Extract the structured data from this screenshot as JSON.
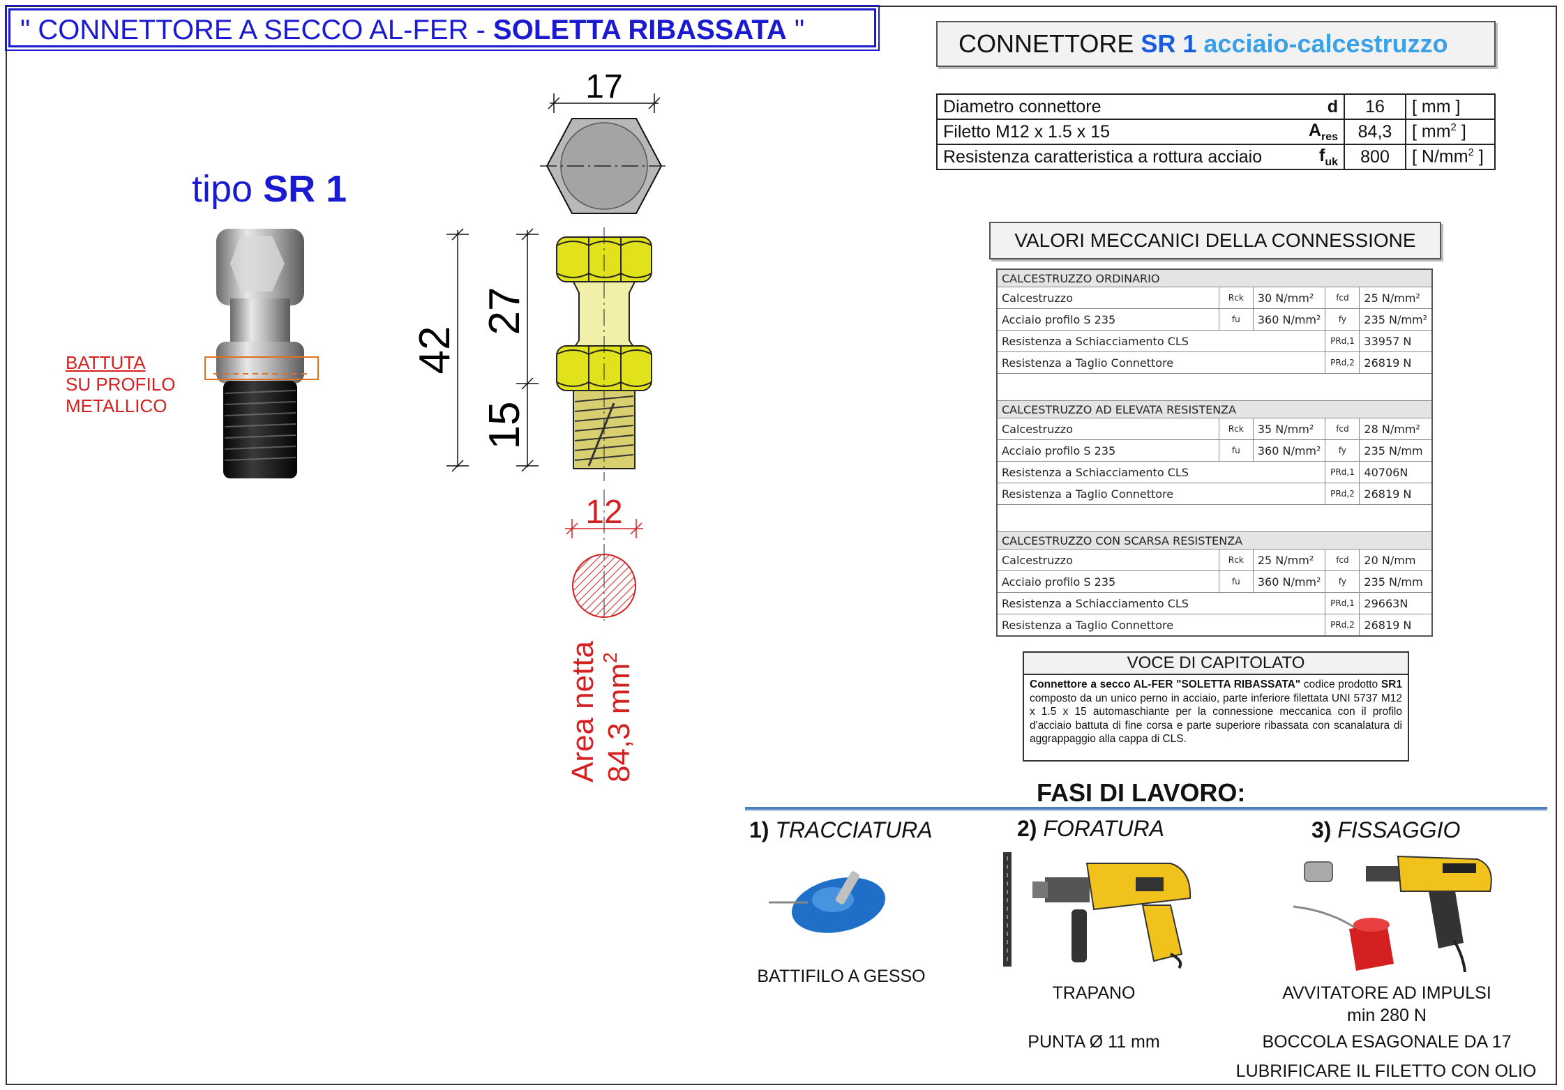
{
  "title": {
    "prefix": "\" CONNETTORE A SECCO AL-FER - ",
    "bold": "SOLETTA RIBASSATA",
    "suffix": " \""
  },
  "left": {
    "tipo_prefix": "tipo ",
    "tipo_bold": "SR 1",
    "battuta": [
      "BATTUTA",
      "SU PROFILO",
      "METALLICO"
    ]
  },
  "drawing": {
    "dim_hex": "17",
    "dim_total": "42",
    "dim_upper": "27",
    "dim_lower": "15",
    "dim_thread": "12",
    "area_line1": "Area netta",
    "area_line2": "84,3 mm",
    "area_sup": "2"
  },
  "connector_header": {
    "prefix": "CONNETTORE ",
    "blue": "SR 1",
    "light": " acciaio-calcestruzzo"
  },
  "props": [
    {
      "label": "Diametro connettore",
      "sym": "d",
      "sub": "",
      "val": "16",
      "unit": "[ mm ]",
      "sup": ""
    },
    {
      "label": "Filetto M12 x 1.5 x 15",
      "sym": "A",
      "sub": "res",
      "val": "84,3",
      "unit": "[ mm",
      "sup": "2",
      "unit_end": " ]"
    },
    {
      "label": "Resistenza caratteristica a rottura  acciaio",
      "sym": "f",
      "sub": "uk",
      "val": "800",
      "unit": "[ N/mm",
      "sup": "2",
      "unit_end": " ]"
    }
  ],
  "valori_header": "VALORI MECCANICI DELLA CONNESSIONE",
  "mech": [
    {
      "title": "CALCESTRUZZO ORDINARIO",
      "rows": [
        [
          "Calcestruzzo",
          "Rck",
          "30 N/mm²",
          "fcd",
          "25 N/mm²"
        ],
        [
          "Acciaio profilo  S 235",
          "fu",
          "360 N/mm²",
          "fy",
          "235 N/mm²"
        ],
        [
          "Resistenza a Schiacciamento CLS",
          "",
          "",
          "PRd,1",
          "33957 N"
        ],
        [
          "Resistenza a Taglio Connettore",
          "",
          "",
          "PRd,2",
          "26819 N"
        ]
      ]
    },
    {
      "title": "CALCESTRUZZO AD ELEVATA RESISTENZA",
      "rows": [
        [
          "Calcestruzzo",
          "Rck",
          "35 N/mm²",
          "fcd",
          "28 N/mm²"
        ],
        [
          "Acciaio profilo  S 235",
          "fu",
          "360 N/mm²",
          "fy",
          "235 N/mm"
        ],
        [
          "Resistenza a Schiacciamento CLS",
          "",
          "",
          "PRd,1",
          "40706N"
        ],
        [
          "Resistenza a Taglio Connettore",
          "",
          "",
          "PRd,2",
          "26819 N"
        ]
      ]
    },
    {
      "title": "CALCESTRUZZO CON SCARSA RESISTENZA",
      "rows": [
        [
          "Calcestruzzo",
          "Rck",
          "25 N/mm²",
          "fcd",
          "20 N/mm"
        ],
        [
          "Acciaio profilo  S 235",
          "fu",
          "360 N/mm²",
          "fy",
          "235 N/mm"
        ],
        [
          "Resistenza a Schiacciamento CLS",
          "",
          "",
          "PRd,1",
          "29663N"
        ],
        [
          "Resistenza a Taglio Connettore",
          "",
          "",
          "PRd,2",
          "26819 N"
        ]
      ]
    }
  ],
  "voce": {
    "title": "VOCE DI CAPITOLATO",
    "b1": "Connettore a secco AL-FER \"SOLETTA RIBASSATA\"",
    "t1": " codice prodotto ",
    "b2": "SR1",
    "t2": " composto da un unico perno in acciaio, parte inferiore filettata UNI 5737 M12 x 1.5 x 15 automaschiante per la connessione meccanica con il profilo d'acciaio battuta di fine corsa e parte superiore ribassata con scanalatura di aggrappaggio alla cappa di CLS."
  },
  "fasi": {
    "title": "FASI DI LAVORO:",
    "p1_num": "1)",
    "p1_name": " TRACCIATURA",
    "p2_num": "2)",
    "p2_name": " FORATURA",
    "p3_num": "3)",
    "p3_name": " FISSAGGIO",
    "c1": "BATTIFILO A GESSO",
    "c2a": "TRAPANO",
    "c2b": "PUNTA  Ø 11 mm",
    "c3a": "AVVITATORE AD IMPULSI",
    "c3b": "min 280 N",
    "c3c": "BOCCOLA ESAGONALE DA 17",
    "c3d": "LUBRIFICARE IL FILETTO CON OLIO"
  },
  "colors": {
    "title_blue": "#1a1ad0",
    "accent_red": "#d42020",
    "nut_yellow": "#e2e21c",
    "light_blue": "#3aa0e8"
  }
}
